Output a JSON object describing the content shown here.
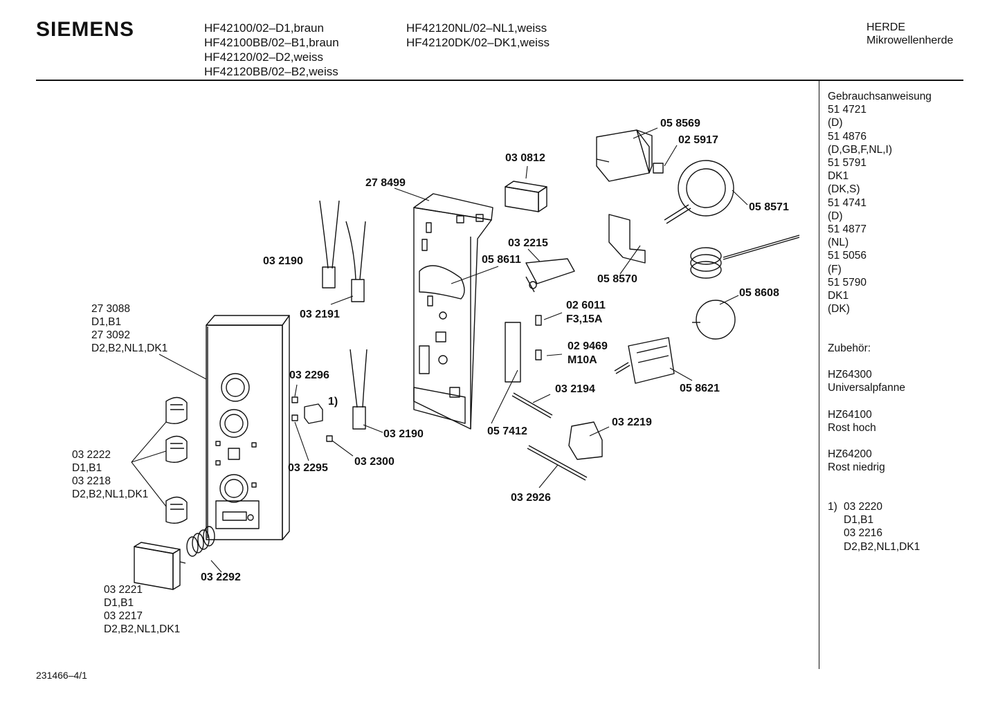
{
  "header": {
    "brand": "SIEMENS",
    "models_col1": [
      "HF42100/02–D1,braun",
      "HF42100BB/02–B1,braun",
      "HF42120/02–D2,weiss",
      "HF42120BB/02–B2,weiss"
    ],
    "models_col2": [
      "HF42120NL/02–NL1,weiss",
      "HF42120DK/02–DK1,weiss"
    ],
    "category": [
      "HERDE",
      "Mikrowellenherde"
    ]
  },
  "sidebar": {
    "lines": [
      "Gebrauchsanweisung",
      "51 4721",
      "(D)",
      "51 4876",
      "(D,GB,F,NL,I)",
      "51 5791",
      "DK1",
      "(DK,S)",
      "51 4741",
      "(D)",
      "51 4877",
      "(NL)",
      "51 5056",
      "(F)",
      "51 5790",
      "DK1",
      "(DK)"
    ],
    "accessories_title": "Zubehör:",
    "accessories": [
      {
        "code": "HZ64300",
        "name": "Universalpfanne"
      },
      {
        "code": "HZ64100",
        "name": "Rost hoch"
      },
      {
        "code": "HZ64200",
        "name": "Rost niedrig"
      }
    ],
    "footnote": {
      "marker": "1)",
      "lines": [
        "03 2220",
        "D1,B1",
        "03 2216",
        "D2,B2,NL1,DK1"
      ]
    }
  },
  "parts": {
    "p058569": "05 8569",
    "p025917": "02 5917",
    "p030812": "03 0812",
    "p278499": "27 8499",
    "p058571": "05 8571",
    "p032215": "03 2215",
    "p032190a": "03 2190",
    "p058611": "05 8611",
    "p058570": "05 8570",
    "p058608": "05 8608",
    "p032191": "03 2191",
    "p026011": "02 6011",
    "p026011_sub": "F3,15A",
    "p029469": "02 9469",
    "p029469_sub": "M10A",
    "p032296": "03 2296",
    "fn_marker": "1)",
    "p032194": "03 2194",
    "p058621": "05 8621",
    "p032190b": "03 2190",
    "p057412": "05 7412",
    "p032219": "03 2219",
    "p032295": "03 2295",
    "p032300": "03 2300",
    "p032926": "03 2926",
    "p032292": "03 2292"
  },
  "group_labels": {
    "panel": [
      "27 3088",
      "D1,B1",
      "27 3092",
      "D2,B2,NL1,DK1"
    ],
    "knobs": [
      "03 2222",
      "D1,B1",
      "03 2218",
      "D2,B2,NL1,DK1"
    ],
    "button": [
      "03 2221",
      "D1,B1",
      "03 2217",
      "D2,B2,NL1,DK1"
    ]
  },
  "footer": {
    "drawing_number": "231466–4/1"
  }
}
